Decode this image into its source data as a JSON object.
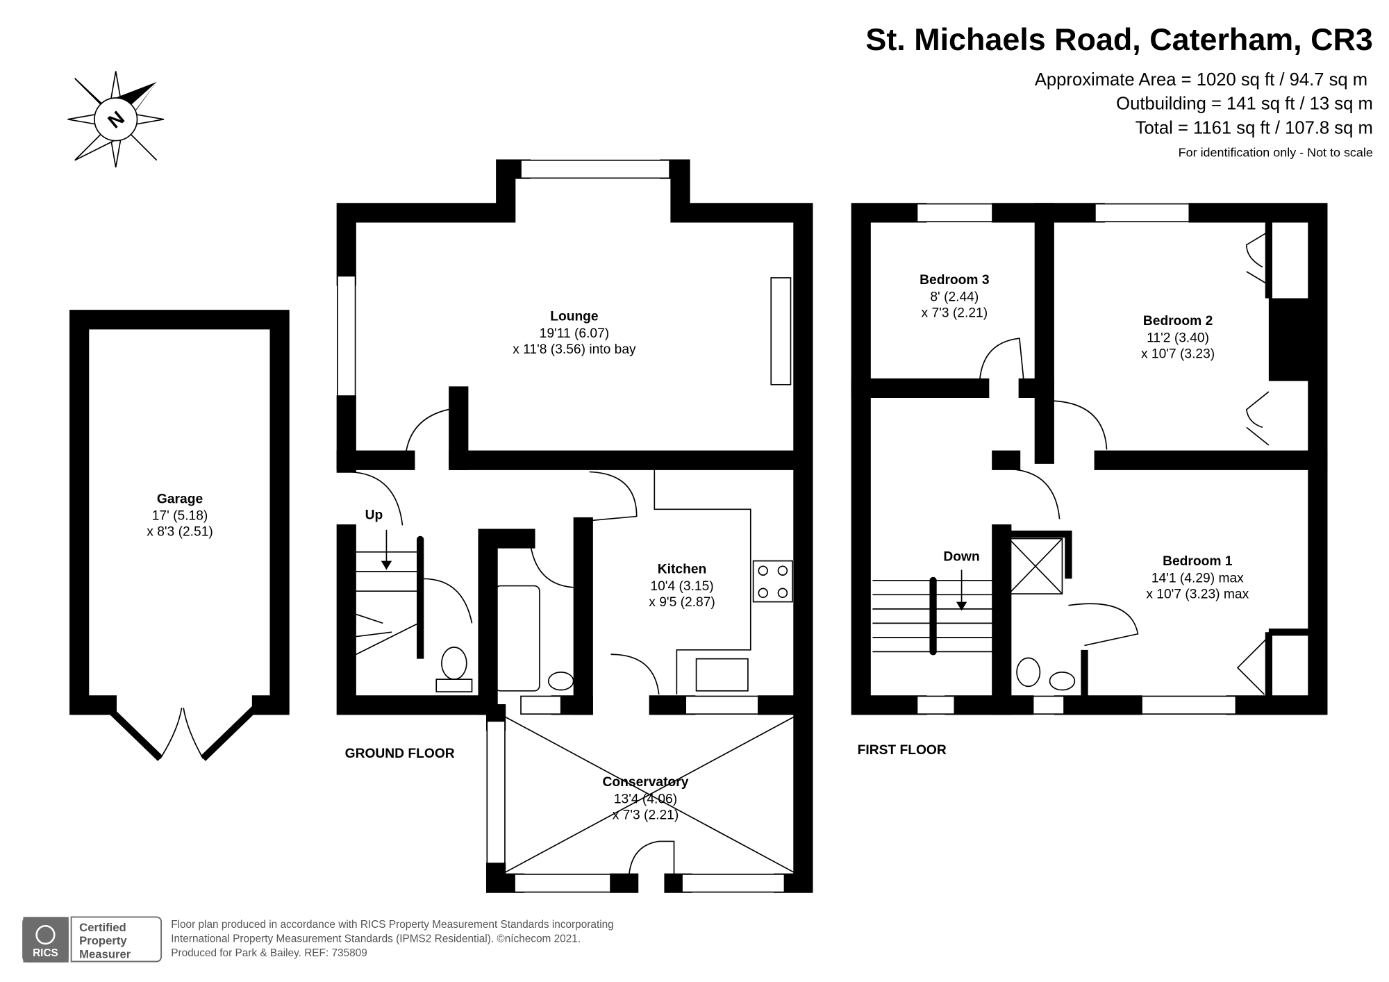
{
  "header": {
    "title": "St. Michaels Road, Caterham, CR3",
    "areas": [
      "Approximate Area = 1020 sq ft / 94.7 sq m",
      "Outbuilding = 141 sq ft / 13 sq m",
      "Total = 1161 sq ft / 107.8 sq m"
    ],
    "disclaimer": "For identification only - Not to scale"
  },
  "compass": {
    "label": "N"
  },
  "floors": {
    "ground": "GROUND FLOOR",
    "first": "FIRST FLOOR"
  },
  "rooms": {
    "garage": {
      "name": "Garage",
      "dim1": "17' (5.18)",
      "dim2": "x 8'3 (2.51)"
    },
    "lounge": {
      "name": "Lounge",
      "dim1": "19'11 (6.07)",
      "dim2": "x 11'8 (3.56) into bay"
    },
    "kitchen": {
      "name": "Kitchen",
      "dim1": "10'4 (3.15)",
      "dim2": "x 9'5 (2.87)"
    },
    "conservatory": {
      "name": "Conservatory",
      "dim1": "13'4 (4.06)",
      "dim2": "x 7'3 (2.21)"
    },
    "bedroom3": {
      "name": "Bedroom 3",
      "dim1": "8' (2.44)",
      "dim2": "x 7'3 (2.21)"
    },
    "bedroom2": {
      "name": "Bedroom 2",
      "dim1": "11'2 (3.40)",
      "dim2": "x 10'7 (3.23)"
    },
    "bedroom1": {
      "name": "Bedroom 1",
      "dim1": "14'1 (4.29) max",
      "dim2": "x 10'7 (3.23) max"
    }
  },
  "stairs": {
    "up": "Up",
    "down": "Down"
  },
  "footer": {
    "badge_org": "RICS",
    "badge_lines": [
      "Certified",
      "Property",
      "Measurer"
    ],
    "lines": [
      "Floor plan produced in accordance with RICS Property Measurement Standards incorporating",
      "International Property Measurement Standards (IPMS2 Residential).   ©níchecom 2021.",
      "Produced for Park & Bailey.   REF:  735809"
    ]
  }
}
